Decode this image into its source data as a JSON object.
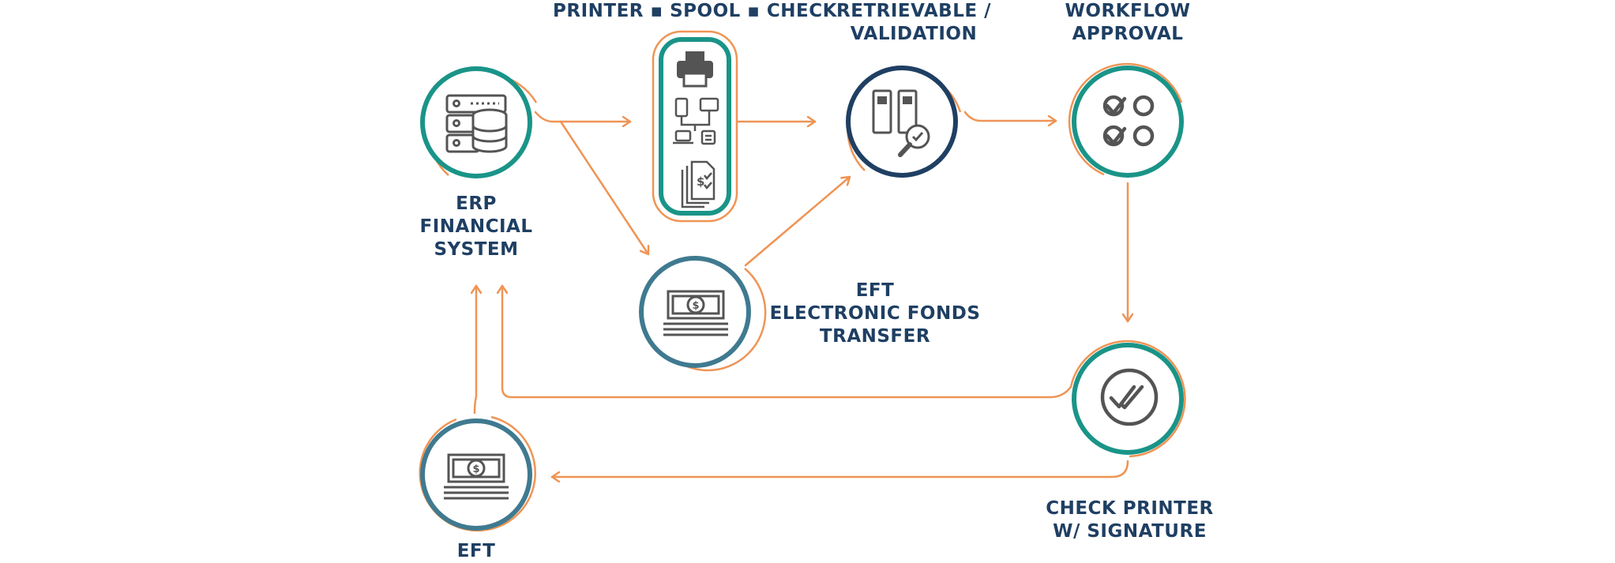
{
  "colors": {
    "orange": "#ef9455",
    "teal": "#1a9488",
    "navy": "#1f3f63",
    "steel": "#3f7a90",
    "icon": "#545454"
  },
  "nodes": {
    "erp": {
      "lines": [
        "ERP",
        "FINANCIAL",
        "SYSTEM"
      ],
      "icon": "server-database-icon"
    },
    "printer_spool": {
      "lines": [
        "PRINTER ▪ SPOOL ▪ CHECK"
      ],
      "icons": [
        "printer-icon",
        "network-computers-icon",
        "check-documents-icon"
      ]
    },
    "retrievable": {
      "lines": [
        "RETRIEVABLE /",
        "VALIDATION"
      ],
      "icon": "file-cabinet-magnifier-icon"
    },
    "workflow": {
      "lines": [
        "WORKFLOW",
        "APPROVAL"
      ],
      "icon": "approval-checklist-icon"
    },
    "eft_transfer": {
      "lines": [
        "EFT",
        "ELECTRONIC FONDS",
        "TRANSFER"
      ],
      "icon": "money-bill-icon"
    },
    "check_printer": {
      "lines": [
        "CHECK PRINTER",
        "W/ SIGNATURE"
      ],
      "icon": "double-check-icon"
    },
    "eft_bottom": {
      "lines": [
        "EFT"
      ],
      "icon": "money-bill-icon"
    }
  }
}
